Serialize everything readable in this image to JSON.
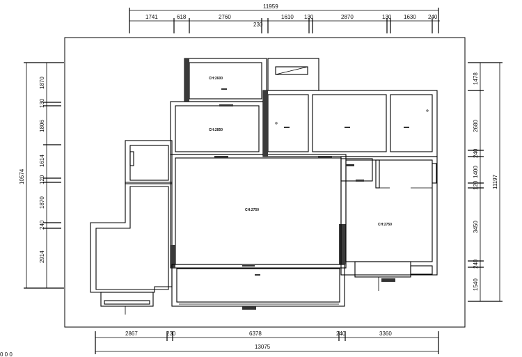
{
  "top_dims": {
    "total": "11959",
    "segments": [
      "1741",
      "618",
      "2760",
      "1610",
      "130",
      "2870",
      "130",
      "1630",
      "240"
    ],
    "inner": "230"
  },
  "bottom_dims": {
    "total": "13075",
    "segments": [
      "2867",
      "230",
      "6378",
      "240",
      "3360"
    ]
  },
  "left_dims": {
    "total": "10574",
    "segments": [
      "1870",
      "130",
      "1806",
      "1614",
      "120",
      "1870",
      "240",
      "2914"
    ]
  },
  "right_dims": {
    "total": "11197",
    "segments": [
      "1478",
      "2680",
      "240",
      "1400",
      "120",
      "3450",
      "240",
      "1540"
    ]
  },
  "rooms": {
    "top_room": "CH:2600",
    "upper_room": "CH:2850",
    "living": "CH:2750",
    "right_room": "CH:2750"
  },
  "bottom_left_mark": "0 0 0"
}
